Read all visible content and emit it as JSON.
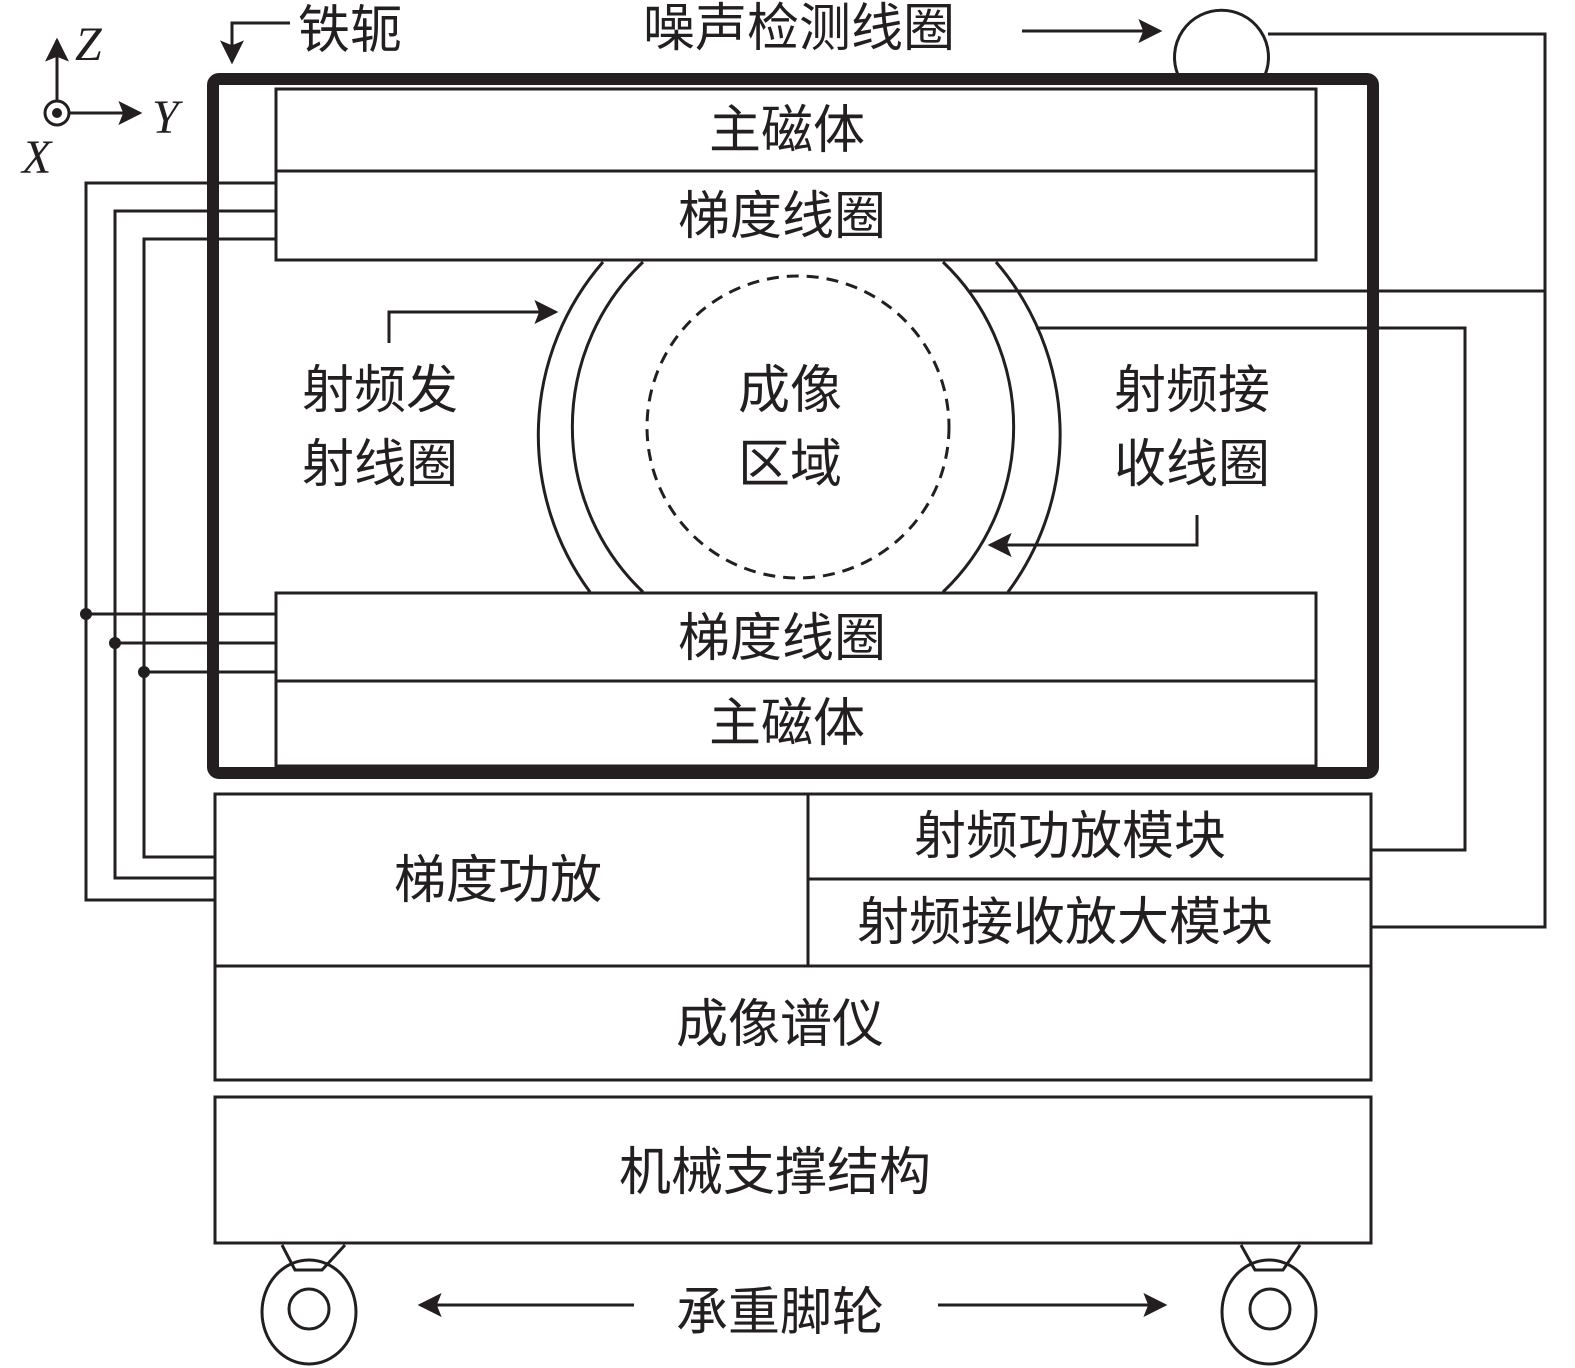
{
  "diagram": {
    "type": "mri-system-block-diagram",
    "axes": {
      "z": "Z",
      "y": "Y",
      "x": "X"
    },
    "labels": {
      "yoke": "铁轭",
      "noise_coil": "噪声检测线圈",
      "main_magnet_top": "主磁体",
      "gradient_coil_top": "梯度线圈",
      "rf_transmit_line1": "射频发",
      "rf_transmit_line2": "射线圈",
      "imaging_region_line1": "成像",
      "imaging_region_line2": "区域",
      "rf_receive_line1": "射频接",
      "rf_receive_line2": "收线圈",
      "gradient_coil_bottom": "梯度线圈",
      "main_magnet_bottom": "主磁体",
      "gradient_amp": "梯度功放",
      "rf_power_amp": "射频功放模块",
      "rf_receive_amp": "射频接收放大模块",
      "spectrometer": "成像谱仪",
      "mechanical_support": "机械支撑结构",
      "casters": "承重脚轮"
    },
    "colors": {
      "stroke": "#231f20",
      "background": "#ffffff"
    }
  }
}
